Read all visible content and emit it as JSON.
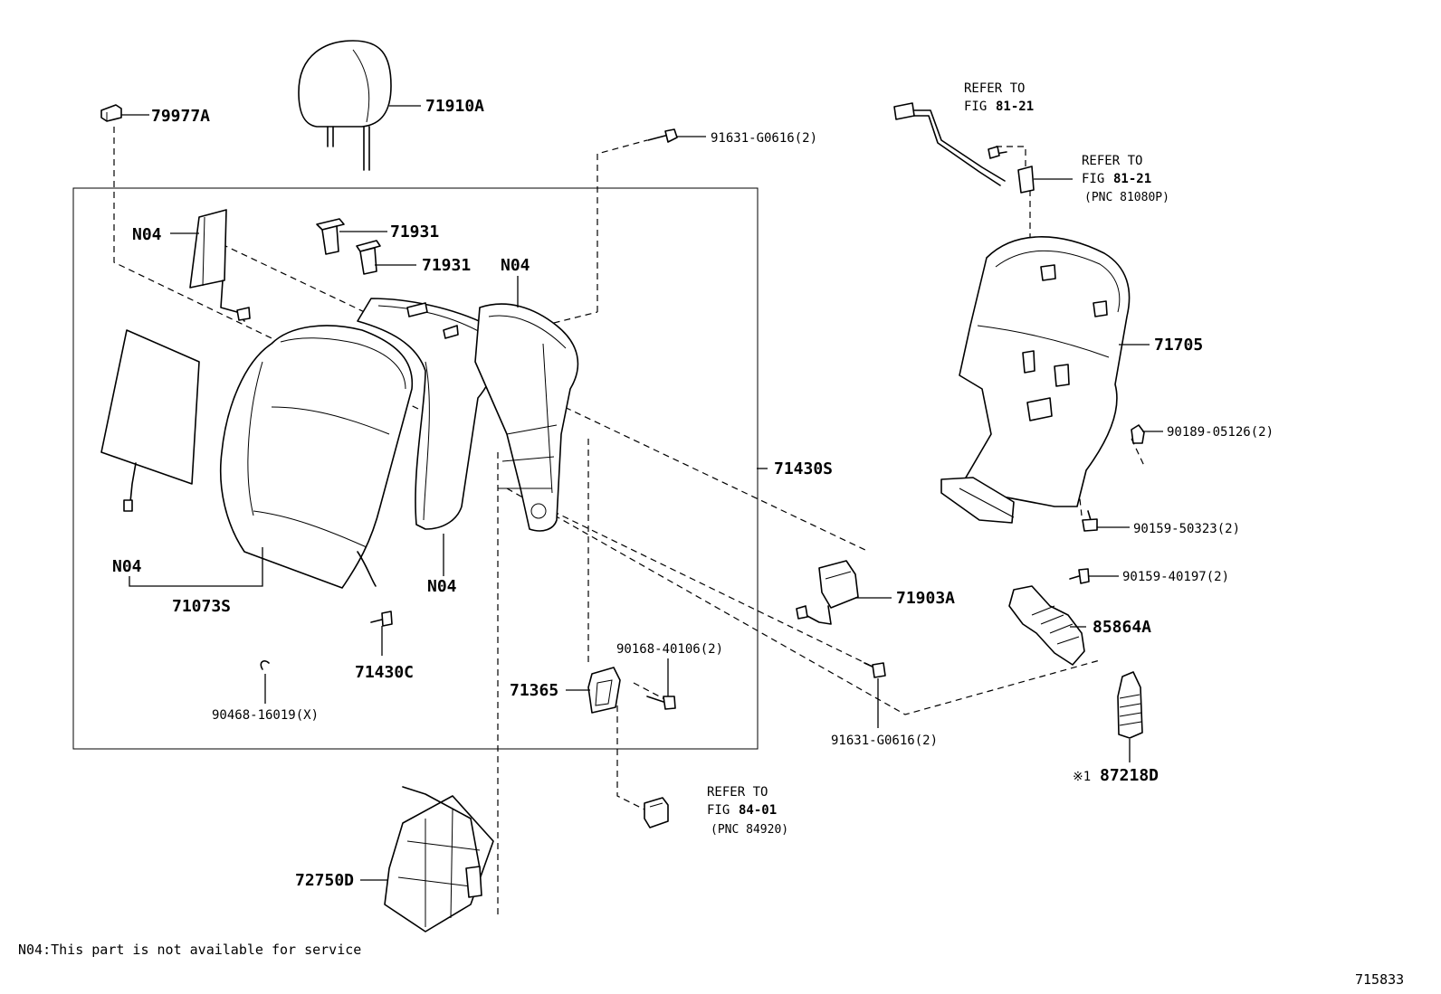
{
  "labels": {
    "p79977A": "79977A",
    "p71910A": "71910A",
    "p91631_top": "91631-G0616(2)",
    "n04_airbag": "N04",
    "p71931_a": "71931",
    "p71931_b": "71931",
    "n04_frame": "N04",
    "n04_board": "N04",
    "n04_pad": "N04",
    "p71073S": "71073S",
    "p71430S": "71430S",
    "p71430C": "71430C",
    "p90468": "90468-16019(X)",
    "p90168": "90168-40106(2)",
    "p71365": "71365",
    "p72750D": "72750D",
    "p71903A": "71903A",
    "p91631_bot": "91631-G0616(2)",
    "p71705": "71705",
    "p90189": "90189-05126(2)",
    "p90159_50323": "90159-50323(2)",
    "p90159_40197": "90159-40197(2)",
    "p85864A": "85864A",
    "p87218D": "87218D",
    "p87218D_mark": "※1"
  },
  "refer_81_21_a": {
    "line1": "REFER TO",
    "fig_prefix": "FIG",
    "fig_num": "81-21"
  },
  "refer_81_21_b": {
    "line1": "REFER TO",
    "fig_prefix": "FIG",
    "fig_num": "81-21",
    "pnc": "(PNC 81080P)"
  },
  "refer_84_01": {
    "line1": "REFER TO",
    "fig_prefix": "FIG",
    "fig_num": "84-01",
    "pnc": "(PNC 84920)"
  },
  "footnote": "N04:This part is not available for service",
  "diagram_id": "715833"
}
